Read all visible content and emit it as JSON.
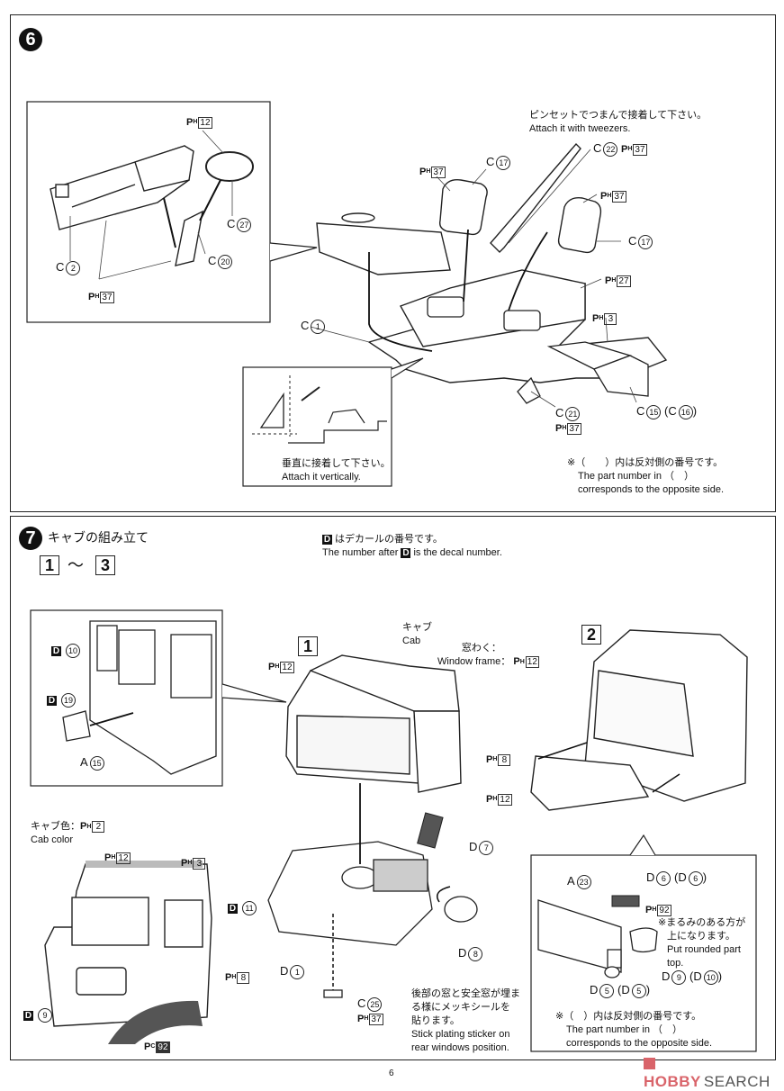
{
  "page_number": "6",
  "watermark": {
    "brand_a": "HOBBY",
    "brand_b": "SEARCH",
    "color_a": "#d9646a",
    "color_b": "#555555"
  },
  "step6": {
    "number": "6",
    "inset_labels": {
      "steering_paint": {
        "p": "P",
        "h": "H",
        "code": "12"
      },
      "c2": {
        "prefix": "C",
        "num": "2"
      },
      "c27": {
        "prefix": "C",
        "num": "27"
      },
      "c20": {
        "prefix": "C",
        "num": "20"
      },
      "dash_paint": {
        "p": "P",
        "h": "H",
        "code": "37"
      }
    },
    "tweezers_note": {
      "jp": "ピンセットでつまんで接着して下さい。",
      "en": "Attach it with tweezers."
    },
    "labels": {
      "c17_left": {
        "prefix": "C",
        "num": "17"
      },
      "seat_left_paint": {
        "p": "P",
        "h": "H",
        "code": "37"
      },
      "c22": {
        "prefix": "C",
        "num": "22"
      },
      "c22_paint": {
        "p": "P",
        "h": "H",
        "code": "37"
      },
      "seat_right_paint": {
        "p": "P",
        "h": "H",
        "code": "37"
      },
      "c17_right": {
        "prefix": "C",
        "num": "17"
      },
      "floor_paint": {
        "p": "P",
        "h": "H",
        "code": "27"
      },
      "step_paint": {
        "p": "P",
        "h": "H",
        "code": "3"
      },
      "c1": {
        "prefix": "C",
        "num": "1"
      },
      "c21": {
        "prefix": "C",
        "num": "21"
      },
      "c21_paint": {
        "p": "P",
        "h": "H",
        "code": "37"
      },
      "c15": {
        "prefix": "C",
        "num": "15",
        "alt_prefix": "C",
        "alt_num": "16"
      }
    },
    "vertical_note": {
      "jp": "垂直に接着して下さい。",
      "en": "Attach it vertically."
    },
    "opposite_note": {
      "jp": "※（　　）内は反対側の番号です。",
      "en1": "The part number in （　）",
      "en2": "corresponds to the opposite side."
    }
  },
  "step7": {
    "number": "7",
    "title": "キャブの組み立て",
    "range": {
      "from": "1",
      "tilde": "～",
      "to": "3"
    },
    "decal_note": {
      "badge": "D",
      "jp": "はデカールの番号です。",
      "en_pre": "The number after",
      "en_post": "is the decal number."
    },
    "inset_left": {
      "d10": {
        "badge": "D",
        "num": "10"
      },
      "d19": {
        "badge": "D",
        "num": "19"
      },
      "a15": {
        "prefix": "A",
        "num": "15"
      }
    },
    "sub1": {
      "num": "1",
      "cab_jp": "キャブ",
      "cab_en": "Cab",
      "window_jp": "窓わく：",
      "window_en": "Window frame：",
      "window_paint": {
        "p": "P",
        "h": "H",
        "code": "12"
      },
      "pillar_paint": {
        "p": "P",
        "h": "H",
        "code": "12"
      },
      "handle_paint": {
        "p": "P",
        "h": "H",
        "code": "8"
      },
      "side_paint": {
        "p": "P",
        "h": "H",
        "code": "12"
      },
      "d7": {
        "prefix": "D",
        "num": "7"
      },
      "d8": {
        "prefix": "D",
        "num": "8"
      },
      "d1": {
        "prefix": "D",
        "num": "1"
      },
      "c25": {
        "prefix": "C",
        "num": "25"
      },
      "c25_paint": {
        "p": "P",
        "h": "H",
        "code": "37"
      },
      "sticker_note": {
        "jp1": "後部の窓と安全窓が埋ま",
        "jp2": "る様にメッキシールを",
        "jp3": "貼ります。",
        "en1": "Stick plating sticker on",
        "en2": "rear windows position."
      }
    },
    "cab_color": {
      "jp": "キャブ色：",
      "paint": {
        "p": "P",
        "h": "H",
        "code": "2"
      },
      "en": "Cab color",
      "window_paint": {
        "p": "P",
        "h": "H",
        "code": "12"
      },
      "roof_paint": {
        "p": "P",
        "h": "H",
        "code": "3"
      },
      "d11": {
        "badge": "D",
        "num": "11"
      },
      "handle_paint": {
        "p": "P",
        "h": "H",
        "code": "8"
      },
      "d9": {
        "badge": "D",
        "num": "9"
      },
      "fender_paint": {
        "p": "P",
        "h": "C",
        "code": "92"
      }
    },
    "sub2": {
      "num": "2",
      "a23": {
        "prefix": "A",
        "num": "23"
      },
      "d6": {
        "prefix": "D",
        "num": "6",
        "alt_prefix": "D",
        "alt_num": "6"
      },
      "lamp_paint": {
        "p": "P",
        "h": "H",
        "code": "92"
      },
      "rounded_note": {
        "jp1": "※まるみのある方が",
        "jp2": "上になります。",
        "en1": "Put rounded part",
        "en2": "top."
      },
      "d9": {
        "prefix": "D",
        "num": "9",
        "alt_prefix": "D",
        "alt_num": "10"
      },
      "d5": {
        "prefix": "D",
        "num": "5",
        "alt_prefix": "D",
        "alt_num": "5"
      },
      "opposite_note": {
        "jp": "※（　）内は反対側の番号です。",
        "en1": "The part number in （　）",
        "en2": "corresponds to the opposite side."
      }
    }
  }
}
